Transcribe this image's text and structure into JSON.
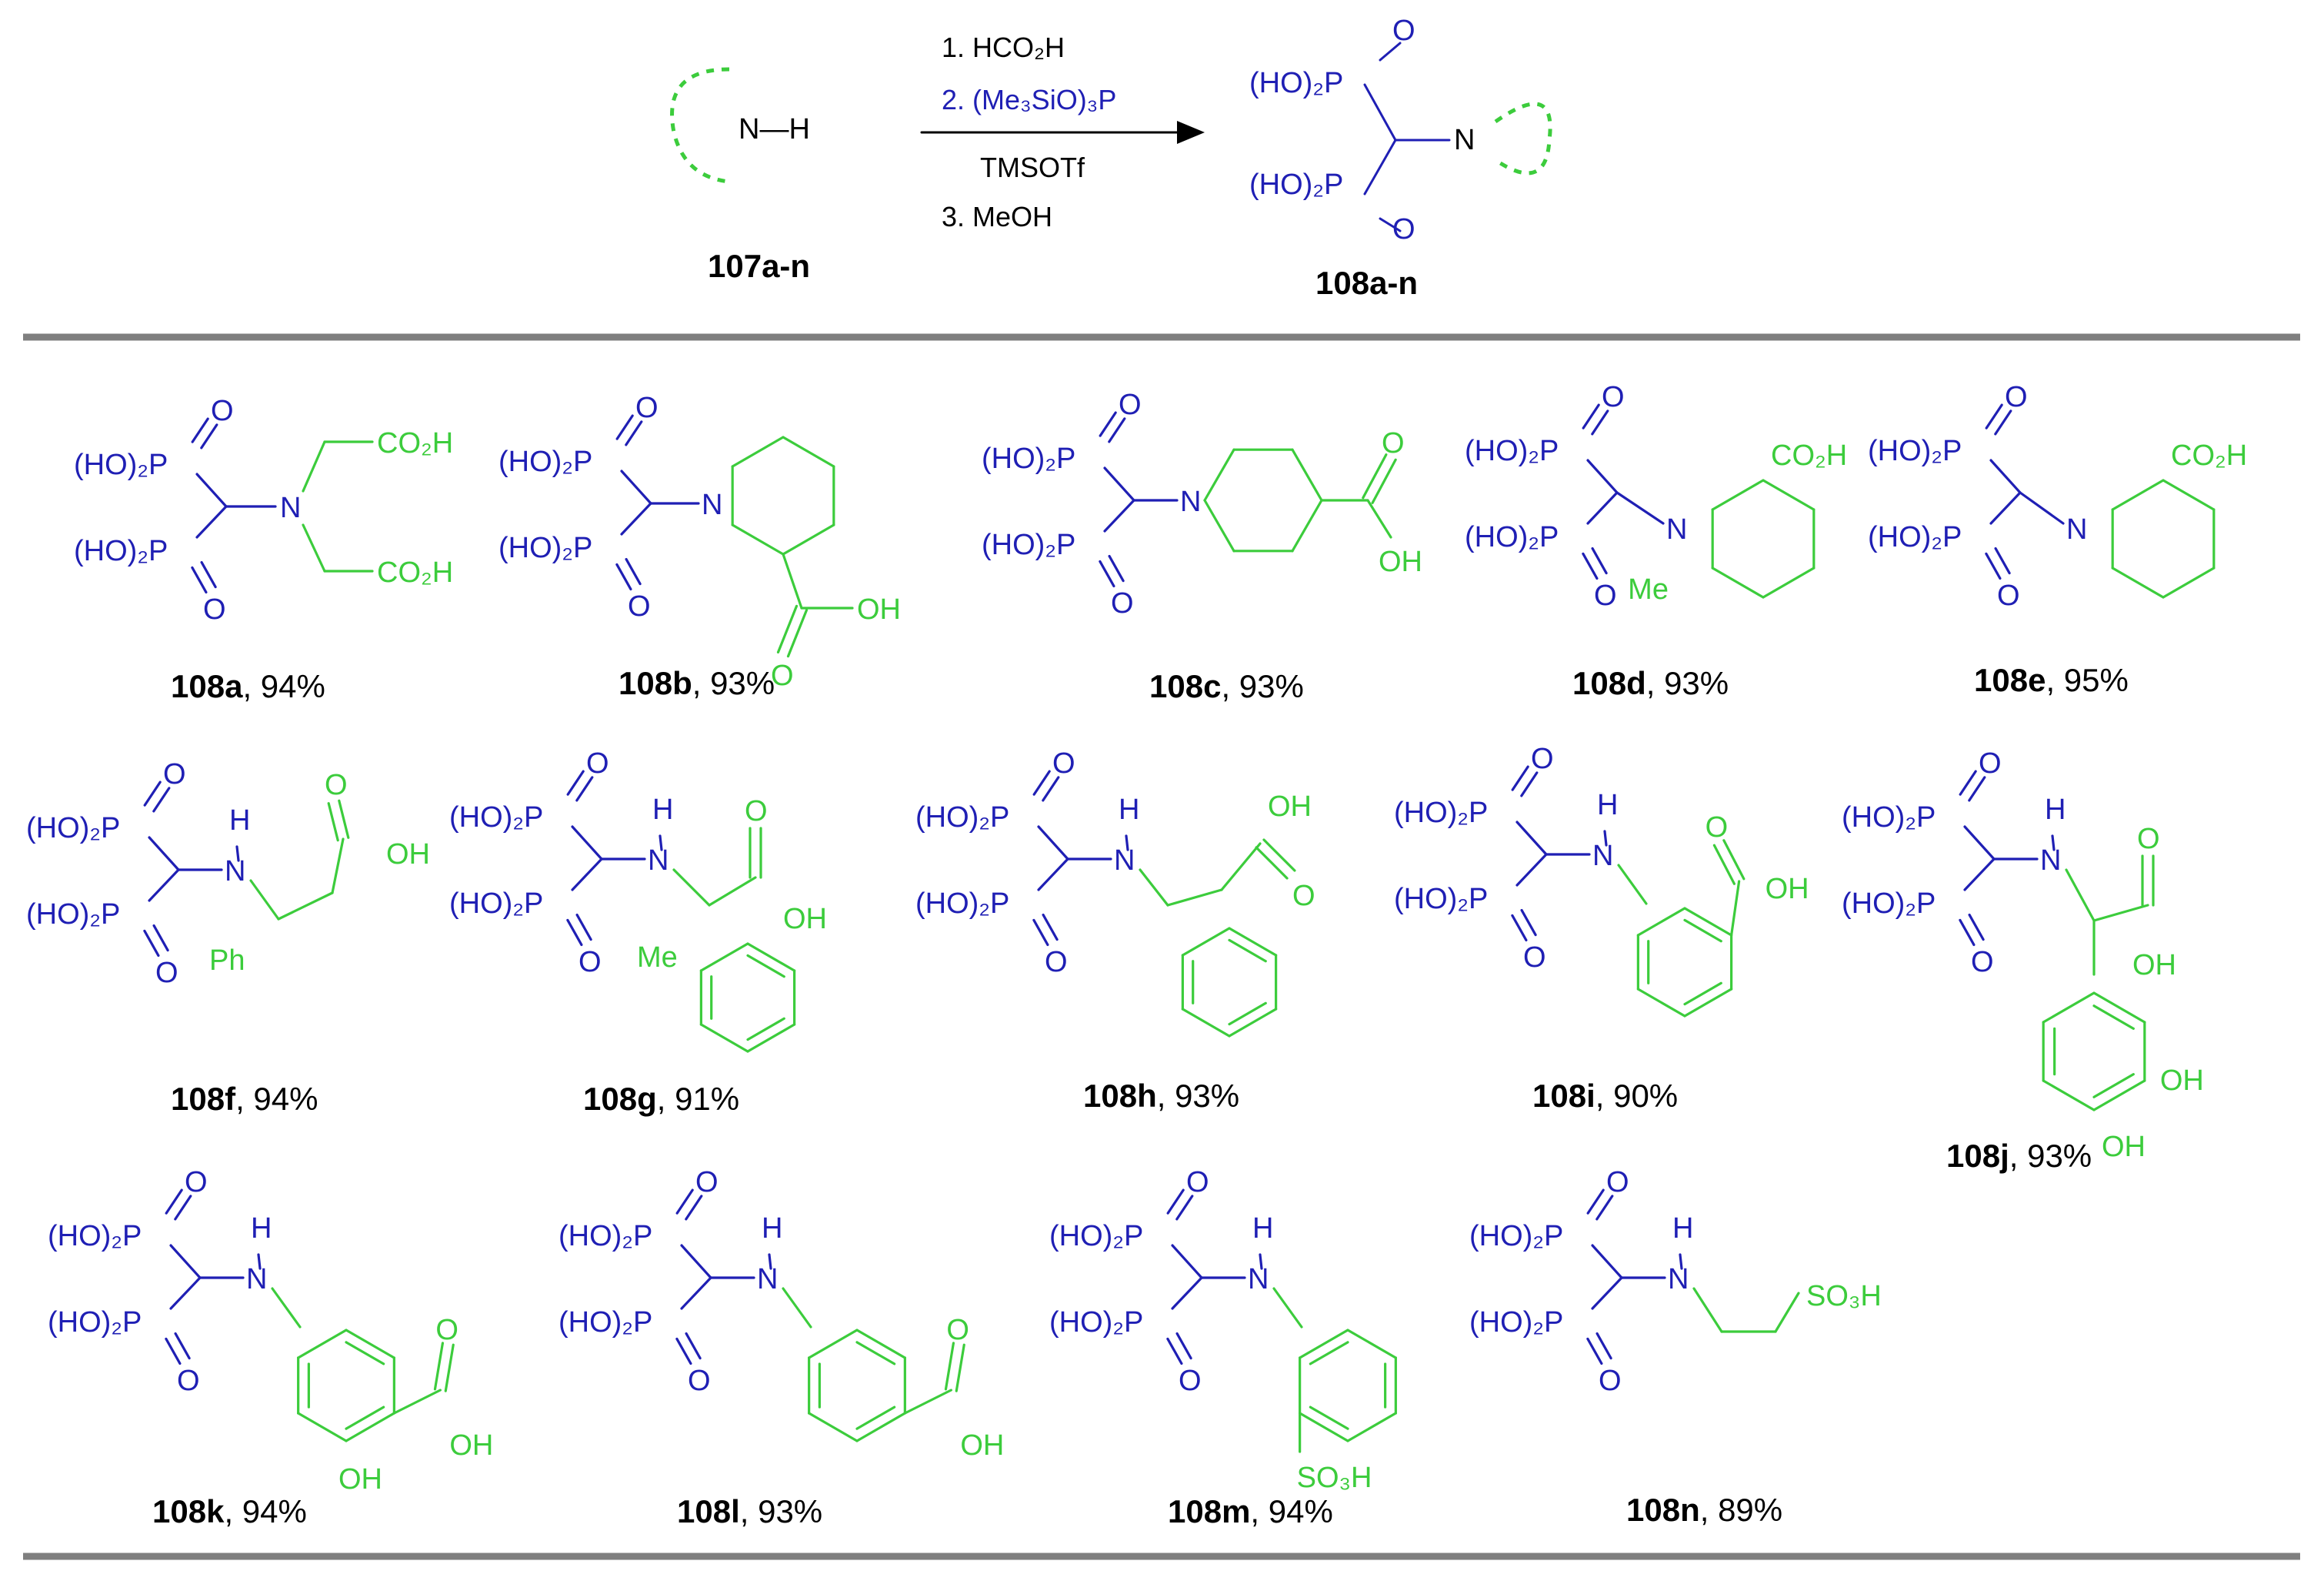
{
  "colors": {
    "phosphonate": "#1f1fb4",
    "amine_fragment": "#3ccc3c",
    "text": "#000000",
    "rule": "#7f7f7f"
  },
  "reaction": {
    "reactant_label": "107a-n",
    "product_label": "108a-n",
    "steps": [
      "1. HCO₂H",
      "2. (Me₃SiO)₃P",
      "TMSOTf",
      "3. MeOH"
    ]
  },
  "atoms": {
    "nh": "N—H",
    "n": "N",
    "h": "H",
    "o": "O",
    "oh": "OH",
    "ph": "Ph",
    "me": "Me",
    "co2h": "CO₂H",
    "so3h": "SO₃H",
    "hop": "(HO)₂P"
  },
  "products": [
    {
      "id": "108a",
      "yield": "94%"
    },
    {
      "id": "108b",
      "yield": "93%"
    },
    {
      "id": "108c",
      "yield": "93%"
    },
    {
      "id": "108d",
      "yield": "93%"
    },
    {
      "id": "108e",
      "yield": "95%"
    },
    {
      "id": "108f",
      "yield": "94%"
    },
    {
      "id": "108g",
      "yield": "91%"
    },
    {
      "id": "108h",
      "yield": "93%"
    },
    {
      "id": "108i",
      "yield": "90%"
    },
    {
      "id": "108j",
      "yield": "93%"
    },
    {
      "id": "108k",
      "yield": "94%"
    },
    {
      "id": "108l",
      "yield": "93%"
    },
    {
      "id": "108m",
      "yield": "94%"
    },
    {
      "id": "108n",
      "yield": "89%"
    }
  ]
}
